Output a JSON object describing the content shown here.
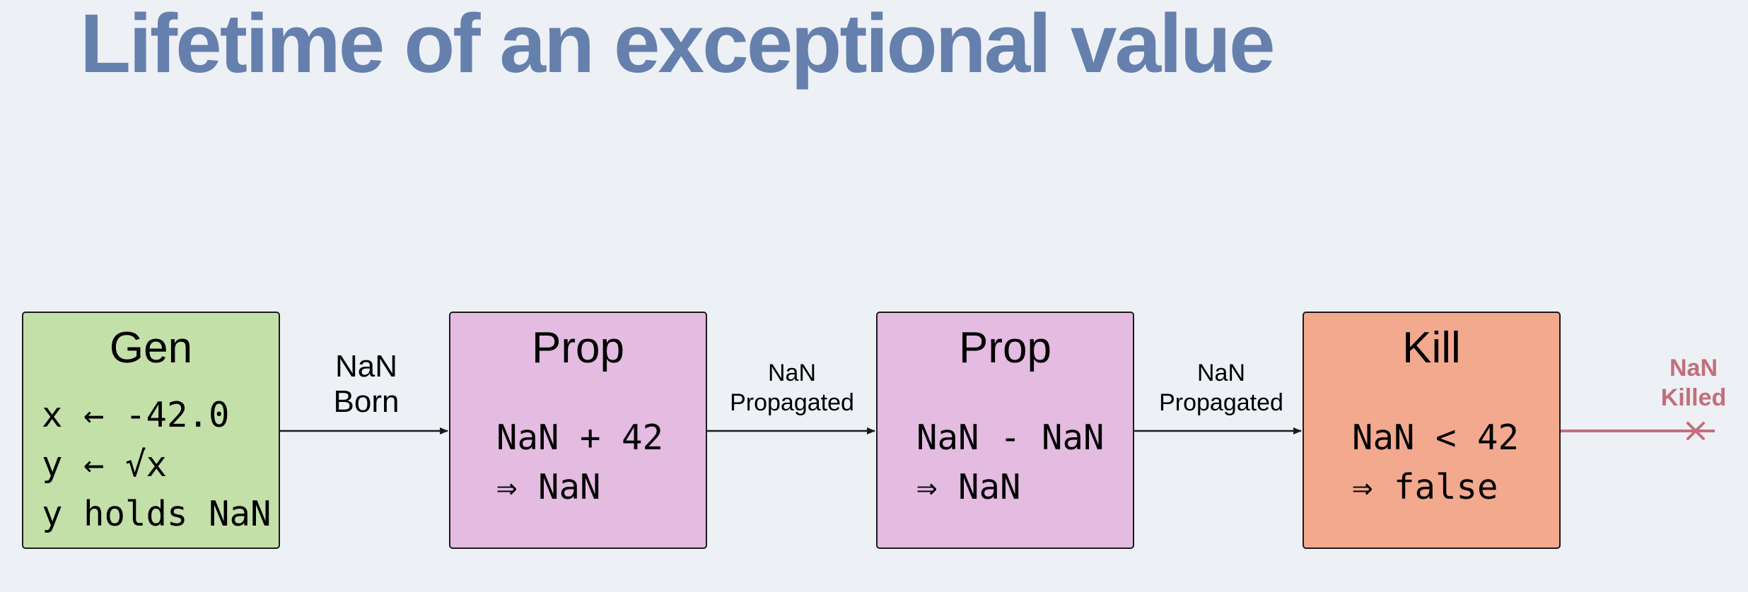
{
  "title": "Lifetime of an exceptional value",
  "nodes": [
    {
      "id": "gen",
      "title": "Gen",
      "lines": [
        "x ← -42.0",
        "y ← √x",
        "y holds NaN"
      ]
    },
    {
      "id": "prop1",
      "title": "Prop",
      "lines": [
        "NaN + 42",
        "⇒ NaN"
      ]
    },
    {
      "id": "prop2",
      "title": "Prop",
      "lines": [
        "NaN - NaN",
        "⇒ NaN"
      ]
    },
    {
      "id": "kill",
      "title": "Kill",
      "lines": [
        "NaN < 42",
        "⇒ false"
      ]
    }
  ],
  "edges": [
    {
      "label_line1": "NaN",
      "label_line2": "Born"
    },
    {
      "label_line1": "NaN",
      "label_line2": "Propagated"
    },
    {
      "label_line1": "NaN",
      "label_line2": "Propagated"
    }
  ],
  "terminal": {
    "label_line1": "NaN",
    "label_line2": "Killed"
  },
  "colors": {
    "title": "#6580ad",
    "gen_fill": "#c4e0a9",
    "prop_fill": "#e4bbe1",
    "kill_fill": "#f3a98e",
    "killed_edge": "#c26f7a",
    "background": "#edf0f5"
  }
}
